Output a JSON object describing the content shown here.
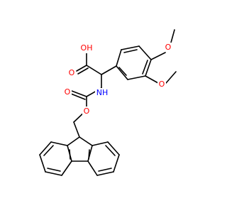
{
  "molecule": {
    "atom_labels": [
      {
        "id": "oh",
        "text": "OH"
      },
      {
        "id": "o-carbonyl-acid",
        "text": "O"
      },
      {
        "id": "nh",
        "text": "NH"
      },
      {
        "id": "o-carbonyl-carbamate",
        "text": "O"
      },
      {
        "id": "o-ester",
        "text": "O"
      },
      {
        "id": "o-methoxy-para",
        "text": "O"
      },
      {
        "id": "o-methoxy-meta",
        "text": "O"
      }
    ]
  },
  "colors": {
    "oxygen": "#ff0000",
    "nitrogen": "#0000ff",
    "bond": "#000000",
    "background": "#ffffff"
  }
}
